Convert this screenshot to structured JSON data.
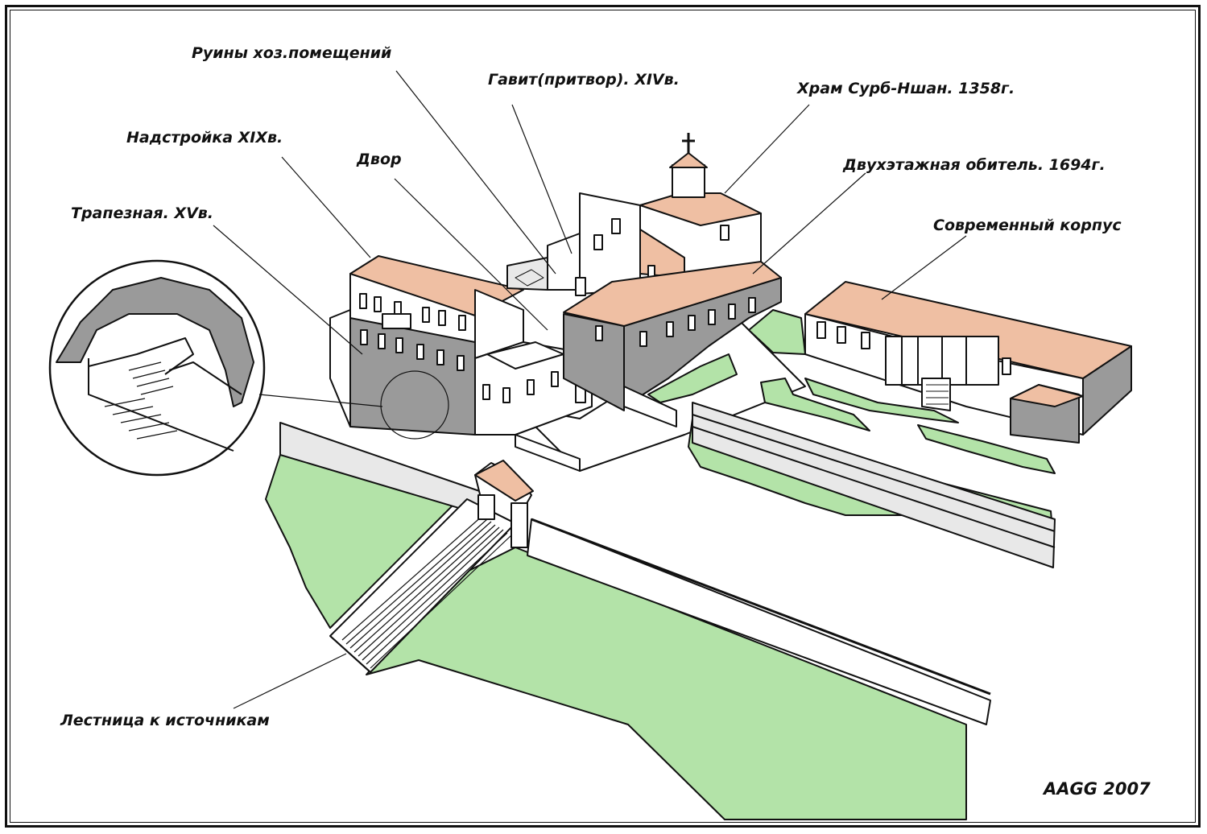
{
  "labels": {
    "ruins": "Руины хоз.помещений",
    "gavit": "Гавит(притвор). XIVв.",
    "church": "Храм Сурб-Ншан. 1358г.",
    "superstructure": "Надстройка XIXв.",
    "courtyard": "Двор",
    "two_storey": "Двухэтажная обитель. 1694г.",
    "refectory": "Трапезная. XVв.",
    "modern": "Современный корпус",
    "stairs": "Лестница к источникам"
  },
  "signature": "AAGG 2007",
  "colors": {
    "roof": "#efbfa3",
    "grass": "#b3e3a8",
    "wall_light": "#ffffff",
    "wall_gray": "#bdbdbd",
    "wall_dark": "#9a9a9a",
    "road": "#e8e8e8",
    "line": "#111111"
  }
}
